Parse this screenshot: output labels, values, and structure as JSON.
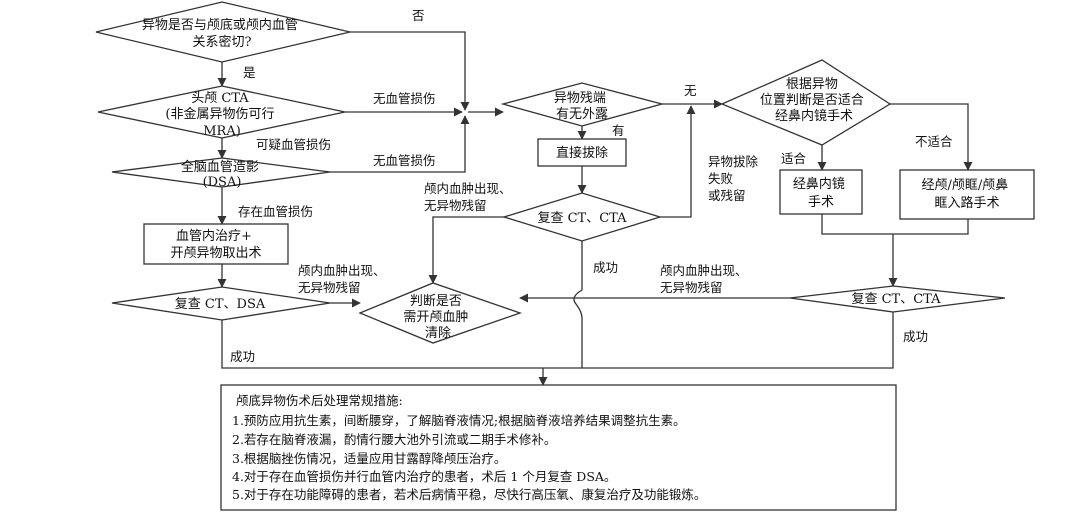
{
  "nodes": {
    "q_related": [
      "异物是否与颅底或颅内血管",
      "关系密切?"
    ],
    "cta_head": [
      "头颅 CTA",
      "(非金属异物伤可行",
      "MRA)"
    ],
    "dsa": [
      "全脑血管造影",
      "(DSA)"
    ],
    "endo_surgery": [
      "血管内治疗+",
      "开颅异物取出术"
    ],
    "recheck_ct_dsa": [
      "复查 CT、DSA"
    ],
    "q_residual": [
      "异物残端",
      "有无外露"
    ],
    "direct_removal": [
      "直接拔除"
    ],
    "recheck_ct_cta_1": [
      "复查 CT、CTA"
    ],
    "q_hematoma": [
      "判断是否",
      "需开颅血肿",
      "清除"
    ],
    "q_endoscope": [
      "根据异物",
      "位置判断是否适合",
      "经鼻内镜手术"
    ],
    "endoscope_surgery": [
      "经鼻内镜",
      "手术"
    ],
    "craniotomy": [
      "经颅/颅眶/颅鼻",
      "眶入路手术"
    ],
    "recheck_ct_cta_2": [
      "复查 CT、CTA"
    ]
  },
  "edge_labels": {
    "no": "否",
    "yes": "是",
    "no_vascular_injury_1": "无血管损伤",
    "suspected_vascular": "可疑血管损伤",
    "no_vascular_injury_2": "无血管损伤",
    "vascular_injury": "存在血管损伤",
    "none": "无",
    "has": "有",
    "hematoma_left": [
      "颅内血肿出现、",
      "无异物残留"
    ],
    "hematoma_mid": [
      "颅内血肿出现、",
      "无异物残留"
    ],
    "hematoma_right": [
      "颅内血肿出现、",
      "无异物残留"
    ],
    "removal_failed": [
      "异物拔除",
      "失败",
      "或残留"
    ],
    "suitable": "适合",
    "not_suitable": "不适合",
    "success_mid": "成功",
    "success_left": "成功",
    "success_right": "成功"
  },
  "notes": {
    "title": "颅底异物伤术后处理常规措施:",
    "items": [
      "1.预防应用抗生素，间断腰穿，了解脑脊液情况;根据脑脊液培养结果调整抗生素。",
      "2.若存在脑脊液漏，酌情行腰大池外引流或二期手术修补。",
      "3.根据脑挫伤情况，适量应用甘露醇降颅压治疗。",
      "4.对于存在血管损伤并行血管内治疗的患者，术后 1 个月复查 DSA。",
      "5.对于存在功能障碍的患者，若术后病情平稳，尽快行高压氧、康复治疗及功能锻炼。"
    ]
  }
}
